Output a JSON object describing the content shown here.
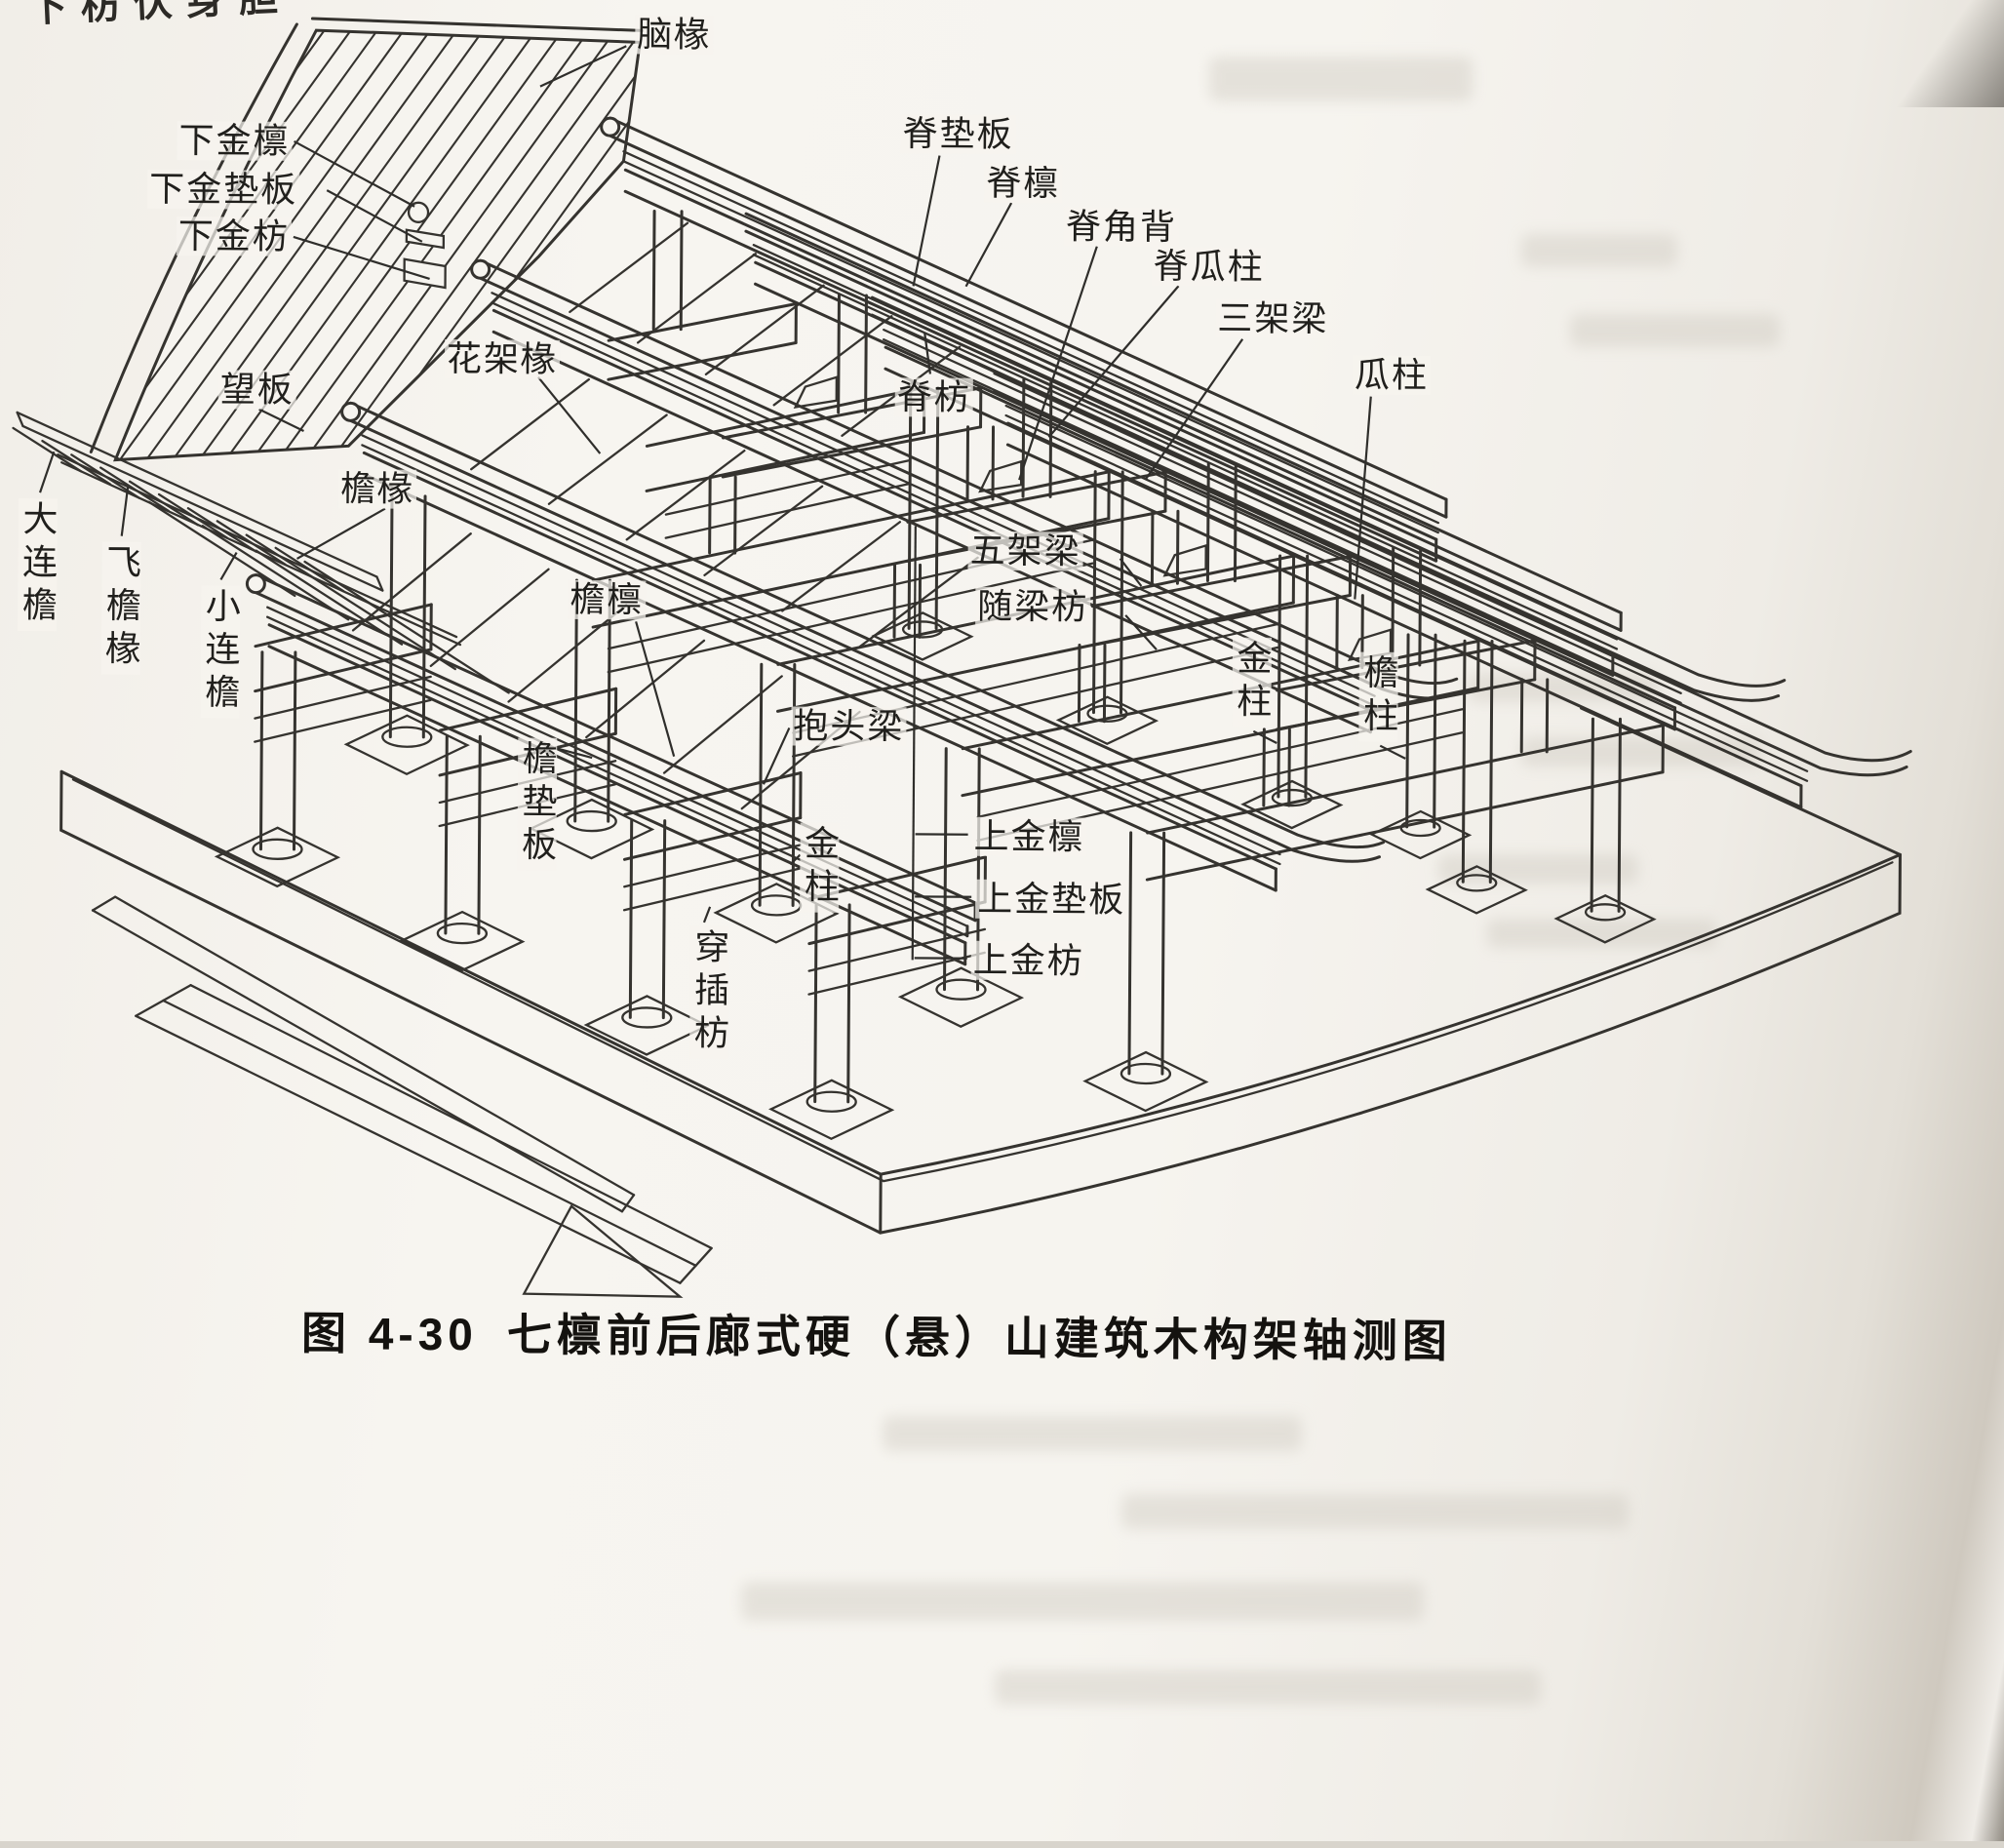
{
  "figure": {
    "number": "图 4-30",
    "title": "七檩前后廊式硬（悬）山建筑木构架轴测图"
  },
  "corner_text": "下枋伏身胆",
  "labels": [
    {
      "id": "naochuan",
      "text": "脑椽",
      "orientation": "h"
    },
    {
      "id": "xiajinlin",
      "text": "下金檩",
      "orientation": "h"
    },
    {
      "id": "xiajindianban",
      "text": "下金垫板",
      "orientation": "h"
    },
    {
      "id": "xiajinfang",
      "text": "下金枋",
      "orientation": "h"
    },
    {
      "id": "jidianban",
      "text": "脊垫板",
      "orientation": "h"
    },
    {
      "id": "jilin",
      "text": "脊檩",
      "orientation": "h"
    },
    {
      "id": "jijiaobei",
      "text": "脊角背",
      "orientation": "h"
    },
    {
      "id": "jiguazhu",
      "text": "脊瓜柱",
      "orientation": "h"
    },
    {
      "id": "sanjialiang",
      "text": "三架梁",
      "orientation": "h"
    },
    {
      "id": "guazhu",
      "text": "瓜柱",
      "orientation": "h"
    },
    {
      "id": "huajiachuan",
      "text": "花架椽",
      "orientation": "h"
    },
    {
      "id": "wangban",
      "text": "望板",
      "orientation": "h"
    },
    {
      "id": "jifang",
      "text": "脊枋",
      "orientation": "h"
    },
    {
      "id": "yanchuan",
      "text": "檐椽",
      "orientation": "h"
    },
    {
      "id": "dalianyan",
      "text": "大连檐",
      "orientation": "v"
    },
    {
      "id": "feiyanchuan",
      "text": "飞檐椽",
      "orientation": "v"
    },
    {
      "id": "xiaolianyan",
      "text": "小连檐",
      "orientation": "v"
    },
    {
      "id": "wujialiang",
      "text": "五架梁",
      "orientation": "h"
    },
    {
      "id": "suiliangfang",
      "text": "随梁枋",
      "orientation": "h"
    },
    {
      "id": "yanlin",
      "text": "檐檩",
      "orientation": "h"
    },
    {
      "id": "jinzhu-right",
      "text": "金柱",
      "orientation": "v"
    },
    {
      "id": "yanzhu",
      "text": "檐柱",
      "orientation": "v"
    },
    {
      "id": "baotouliang",
      "text": "抱头梁",
      "orientation": "h"
    },
    {
      "id": "yandianban",
      "text": "檐垫板",
      "orientation": "v"
    },
    {
      "id": "chuanchafang",
      "text": "穿插枋",
      "orientation": "v"
    },
    {
      "id": "jinzhu-center",
      "text": "金柱",
      "orientation": "v"
    },
    {
      "id": "shangjinlin",
      "text": "上金檩",
      "orientation": "h"
    },
    {
      "id": "shangjindianban",
      "text": "上金垫板",
      "orientation": "h"
    },
    {
      "id": "shangjinfang",
      "text": "上金枋",
      "orientation": "h"
    }
  ]
}
